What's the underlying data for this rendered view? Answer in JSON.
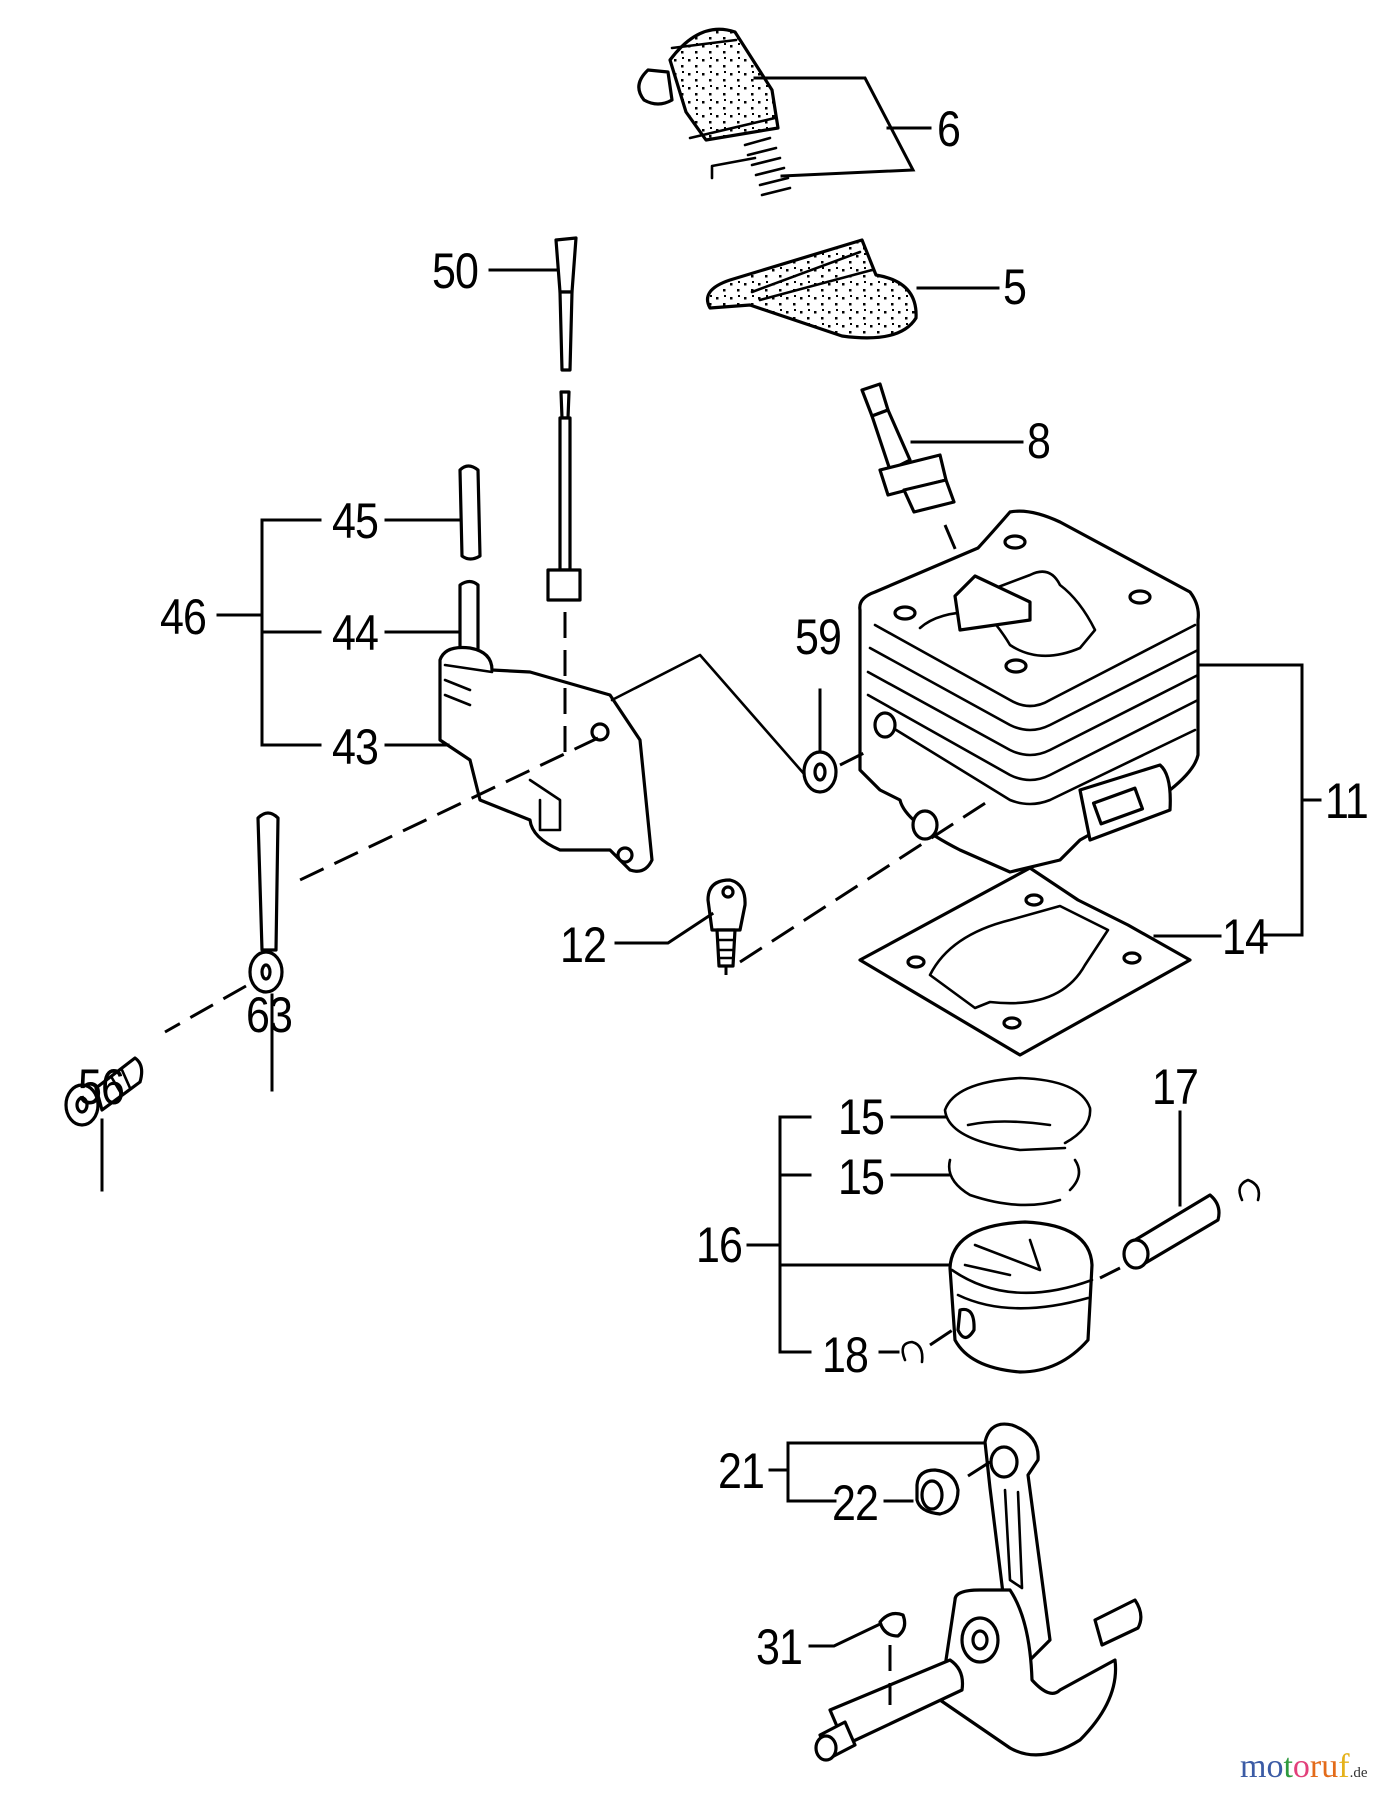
{
  "diagram": {
    "title": "Cylinder / Piston / Crankshaft exploded parts diagram",
    "callouts": [
      {
        "id": "6",
        "label": "6",
        "part": "air filter element and spring"
      },
      {
        "id": "5",
        "label": "5",
        "part": "filter holder / cover"
      },
      {
        "id": "50",
        "label": "50",
        "part": "spark plug terminal / cap"
      },
      {
        "id": "8",
        "label": "8",
        "part": "spark plug"
      },
      {
        "id": "45",
        "label": "45",
        "part": "sleeve"
      },
      {
        "id": "46",
        "label": "46",
        "part": "ignition coil assembly"
      },
      {
        "id": "44",
        "label": "44",
        "part": "high tension cord"
      },
      {
        "id": "43",
        "label": "43",
        "part": "ignition coil"
      },
      {
        "id": "59",
        "label": "59",
        "part": "washer"
      },
      {
        "id": "11",
        "label": "11",
        "part": "cylinder assembly"
      },
      {
        "id": "12",
        "label": "12",
        "part": "cylinder bolt"
      },
      {
        "id": "14",
        "label": "14",
        "part": "cylinder gasket"
      },
      {
        "id": "63",
        "label": "63",
        "part": "ground lead"
      },
      {
        "id": "56",
        "label": "56",
        "part": "screw"
      },
      {
        "id": "15a",
        "label": "15",
        "part": "piston ring (upper)"
      },
      {
        "id": "15b",
        "label": "15",
        "part": "piston ring (lower)"
      },
      {
        "id": "17",
        "label": "17",
        "part": "piston pin"
      },
      {
        "id": "16",
        "label": "16",
        "part": "piston assembly"
      },
      {
        "id": "18",
        "label": "18",
        "part": "circlip"
      },
      {
        "id": "21",
        "label": "21",
        "part": "crankshaft assembly"
      },
      {
        "id": "22",
        "label": "22",
        "part": "needle bearing"
      },
      {
        "id": "31",
        "label": "31",
        "part": "woodruff key"
      }
    ]
  },
  "watermark": {
    "brand": "motoruf",
    "letters": [
      "m",
      "o",
      "t",
      "o",
      "r",
      "u",
      "f"
    ],
    "colors": [
      "#3b5ba5",
      "#3b5ba5",
      "#2e9a3e",
      "#e2407a",
      "#e36b1a",
      "#e36b1a",
      "#e5b21b"
    ],
    "suffix": ".de"
  }
}
